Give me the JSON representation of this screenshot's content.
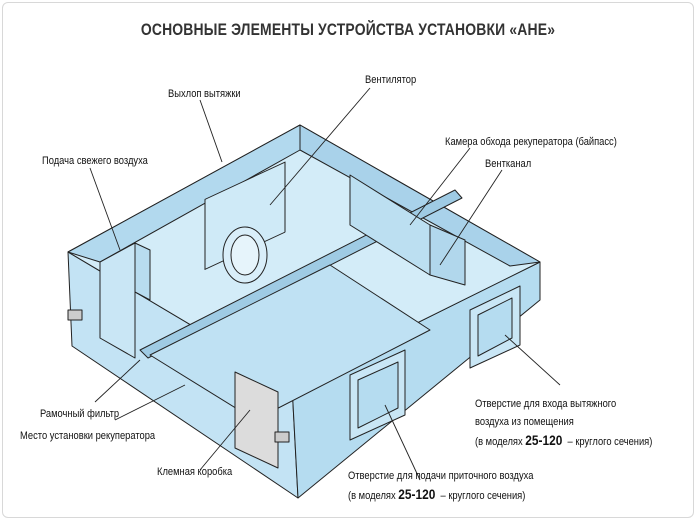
{
  "title": "ОСНОВНЫЕ ЭЛЕМЕНТЫ УСТРОЙСТВА УСТАНОВКИ «АНЕ»",
  "labels": {
    "exhaust_outlet": "Выхлоп вытяжки",
    "fan": "Вентилятор",
    "fresh_air": "Подача свежего воздуха",
    "bypass": "Камера обхода рекуператора (байпасс)",
    "duct": "Вентканал",
    "filter": "Рамочный фильтр",
    "recuperator_place": "Место установки рекуператора",
    "terminal_box": "Клемная коробка",
    "exhaust_inlet": {
      "line1": "Отверстие для входа вытяжного",
      "line2": "воздуха из помещения",
      "line3_prefix": "(в моделях",
      "models": "25-120",
      "line3_suffix": "– круглого сечения)"
    },
    "supply_outlet": {
      "line1": "Отверстие для подачи приточного воздуха",
      "line2_prefix": "(в моделях",
      "models": "25-120",
      "line2_suffix": "– круглого сечения)"
    }
  },
  "colors": {
    "body": "#c9e6f5",
    "body_dark": "#a9d2ea",
    "line": "#222222"
  }
}
